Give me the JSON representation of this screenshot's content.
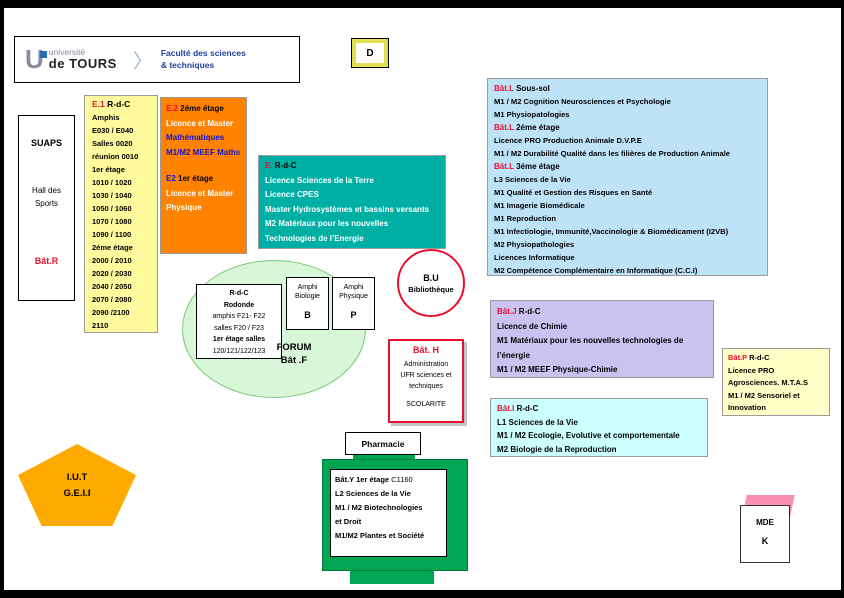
{
  "colors": {
    "e1_yellow": "#FFFA9E",
    "e2_orange": "#FF8300",
    "e_teal": "#00AFA3",
    "forum_green": "#D8F6D8",
    "batL_blue": "#BEE3F8",
    "batJ_purple": "#CCC2F2",
    "batP_yellow": "#FFFFC8",
    "batI_cyan": "#CCFFFF",
    "batY_green": "#00A651",
    "iut_orange": "#FFAA00",
    "red_accent": "#E8112D",
    "mde_pink": "#F78FB0"
  },
  "logo": {
    "u": "U",
    "small": "université",
    "big": "de TOURS",
    "faculty1": "Faculté des sciences",
    "faculty2": "& techniques"
  },
  "d": {
    "label": "D"
  },
  "suaps": {
    "title": "SUAPS",
    "hall1": "Hall des",
    "hall2": "Sports",
    "bat": "Bât.R"
  },
  "e1": {
    "code": "E.1",
    "floor": "R-d-C",
    "lines": [
      "Amphis",
      "E030 /  E040",
      "Salles 0020",
      "réunion 0010",
      "1er étage",
      "1010 / 1020",
      "1030 / 1040",
      "1050 / 1060",
      "1070 / 1080",
      "1090 / 1100",
      "2éme étage",
      "2000 / 2010",
      "2020 / 2030",
      "2040 / 2050",
      "2070 / 2080",
      "2090 /2100",
      "2110"
    ]
  },
  "e2": {
    "code_top": "E.2",
    "floor_top": "2éme étage",
    "l1": "Licence et Master",
    "l2": "Mathématiques",
    "l3": "M1/M2 MEEF Maths",
    "code_mid": "E2",
    "floor_mid": "1er étage",
    "l4": "Licence et Master",
    "l5": "Physique"
  },
  "e": {
    "code": "E.",
    "floor": "R-d-C",
    "lines": [
      "Licence  Sciences de la Terre",
      "Licence  CPES",
      "Master  Hydrosystèmes et bassins versants",
      "M2  Matériaux pour les nouvelles",
      "Technologies de l’Energie"
    ]
  },
  "forum": {
    "rdc": "R-d-C",
    "rotonde": "Rodonde",
    "l1": "amphis F21- F22",
    "l2": "salles F20  / F23",
    "l3": "1er étage salles",
    "l4": "120/121/122/123",
    "name": "FORUM",
    "bat": "Bât .F"
  },
  "amphi_bio": {
    "l1": "Amphi",
    "l2": "Biologie",
    "letter": "B"
  },
  "amphi_phy": {
    "l1": "Amphi",
    "l2": "Physique",
    "letter": "P"
  },
  "bu": {
    "name": "B.U",
    "sub": "Bibliothèque"
  },
  "batL": {
    "h1_code": "Bât.L",
    "h1_floor": "Sous-sol",
    "s1": [
      "M1 / M2 Cognition Neurosciences et Psychologie",
      "M1 Physiopatologies"
    ],
    "h2_code": "Bât.L",
    "h2_floor": "2éme étage",
    "s2": [
      "Licence PRO Production Animale D.V.P.E",
      "M1 / M2  Durabilité Qualité dans les filières de Production Animale"
    ],
    "h3_code": "Bât.L",
    "h3_floor": "3éme étage",
    "s3": [
      "L3 Sciences de la Vie",
      "M1 Qualité et Gestion des Risques en Santé",
      "M1 Imagerie Biomédicale",
      "M1 Reproduction",
      "M1 Infectiologie, Immunité,Vaccinologie & Biomédicament (I2VB)",
      "M2 Physiopathologies",
      "Licences Informatique",
      "M2 Compétence Complémentaire en Informatique  (C.C.I)"
    ]
  },
  "batJ": {
    "code": "Bât.J",
    "floor": "R-d-C",
    "lines": [
      "Licence de Chimie",
      "M1 Matériaux pour les nouvelles technologies de",
      "l’énergie",
      "M1 / M2 MEEF Physique-Chimie"
    ]
  },
  "batH": {
    "code": "Bât. H",
    "lines": [
      "Administration",
      "UFR sciences et",
      "techniques",
      "SCOLARITE"
    ]
  },
  "batP": {
    "code": "Bât.P",
    "floor": "R-d-C",
    "lines": [
      "Licence PRO",
      "Agrosciences. M.T.A.S",
      "M1 / M2 Sensoriel et",
      "Innovation"
    ]
  },
  "batI": {
    "code": "Bât.I",
    "floor": "R-d-C",
    "lines": [
      "L1 Sciences de la Vie",
      "M1 / M2 Ecologie, Evolutive et comportementale",
      "M2 Biologie de la Reproduction"
    ]
  },
  "pharmacie": {
    "label": "Pharmacie"
  },
  "batY": {
    "code": "Bât.Y",
    "floor": "1er étage",
    "room": "C1160",
    "lines": [
      "L2 Sciences de la Vie",
      "M1 / M2 Biotechnologies",
      "et Droit",
      "M1/M2 Plantes et Société"
    ]
  },
  "iut": {
    "l1": "I.U.T",
    "l2": "G.E.I.I"
  },
  "mde": {
    "l1": "MDE",
    "l2": "K"
  }
}
